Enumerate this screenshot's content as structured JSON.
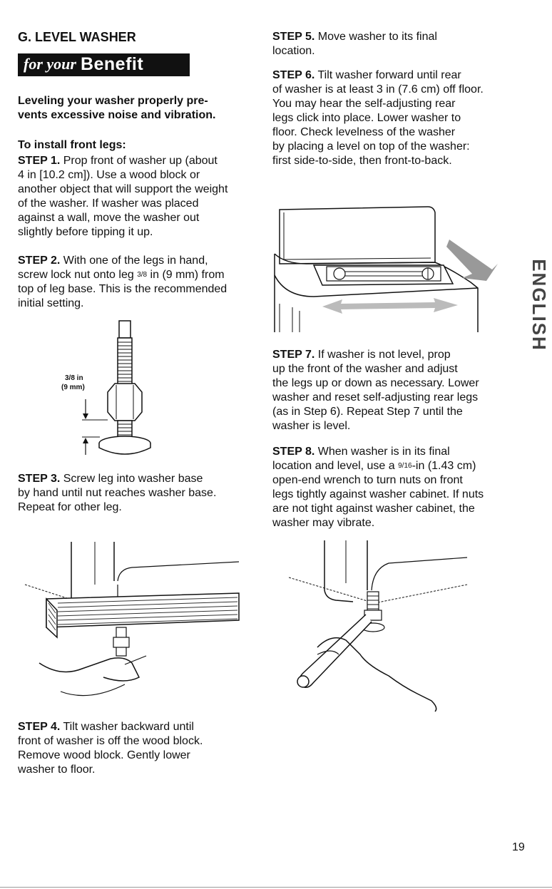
{
  "left": {
    "section_title": "G. LEVEL WASHER",
    "badge": {
      "for_your": "for your",
      "benefit": "Benefit"
    },
    "benefit_text_1": "Leveling your washer properly pre-",
    "benefit_text_2": "vents excessive noise and vibration.",
    "front_legs_heading": "To install front legs:",
    "step1": {
      "label": "STEP 1.",
      "lines": [
        " Prop front of washer up (about",
        "4 in [10.2 cm]). Use a wood block or",
        "another object that will support the weight",
        "of the washer. If washer was placed",
        "against a wall, move the washer out",
        "slightly before tipping it up."
      ]
    },
    "step2": {
      "label": "STEP 2.",
      "line1": " With one of the legs in hand,",
      "line2_a": "screw lock nut onto leg ",
      "line2_frac": "3/8",
      "line2_b": " in (9 mm) from",
      "line3": "top of leg base. This is the recommended",
      "line4": "initial setting."
    },
    "leg_dim_in": "3/8 in",
    "leg_dim_mm": "(9 mm)",
    "step3": {
      "label": "STEP 3.",
      "lines": [
        " Screw leg into washer base",
        "by hand until nut reaches washer base.",
        "Repeat for other leg."
      ]
    },
    "step4": {
      "label": "STEP 4.",
      "lines": [
        " Tilt washer backward until",
        "front of washer is off the wood block.",
        "Remove wood block. Gently lower",
        "washer to floor."
      ]
    }
  },
  "right": {
    "step5": {
      "label": "STEP 5.",
      "lines": [
        " Move washer to its final",
        "location."
      ]
    },
    "step6": {
      "label": "STEP 6.",
      "lines": [
        " Tilt washer forward until rear",
        "of washer is at least 3 in (7.6 cm) off floor.",
        "You may hear the self-adjusting rear",
        "legs click into place. Lower washer to",
        "floor. Check levelness of the washer",
        "by placing a level on top of the washer:",
        "first side-to-side, then front-to-back."
      ]
    },
    "step7": {
      "label": "STEP 7.",
      "lines": [
        " If washer is not level, prop",
        "up the front of the washer and adjust",
        "the legs up or down as necessary. Lower",
        "washer and reset self-adjusting rear legs",
        "(as in Step 6). Repeat Step 7 until the",
        "washer is level."
      ]
    },
    "step8": {
      "label": "STEP 8.",
      "line1_a": " When washer is in its final",
      "line2_a": "location and level, use a ",
      "line2_frac": "9/16",
      "line2_b": "-in (1.43 cm)",
      "line3": "open-end wrench to turn nuts on front",
      "line4": "legs tightly against washer cabinet. If nuts",
      "line5": "are not tight against washer cabinet, the",
      "line6": "washer may vibrate."
    }
  },
  "side_tab_text": "ENGLISH",
  "page_number": "19"
}
